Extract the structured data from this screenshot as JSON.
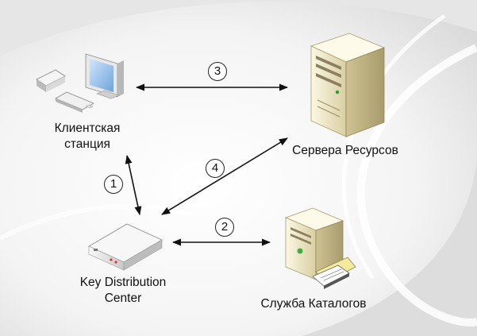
{
  "nodes": {
    "client": {
      "line1": "Клиентская",
      "line2": "станция",
      "icon": "workstation-icon"
    },
    "resources": {
      "label": "Сервера Ресурсов",
      "icon": "server-tower-icon"
    },
    "kdc": {
      "line1": "Key Distribution",
      "line2": "Center",
      "icon": "network-appliance-icon"
    },
    "directory": {
      "label": "Служба Каталогов",
      "icon": "directory-server-icon"
    }
  },
  "steps": [
    "1",
    "2",
    "3",
    "4"
  ],
  "colors": {
    "arrow": "#111111",
    "server_beige": "#efe8c8",
    "label_text": "#111111"
  }
}
